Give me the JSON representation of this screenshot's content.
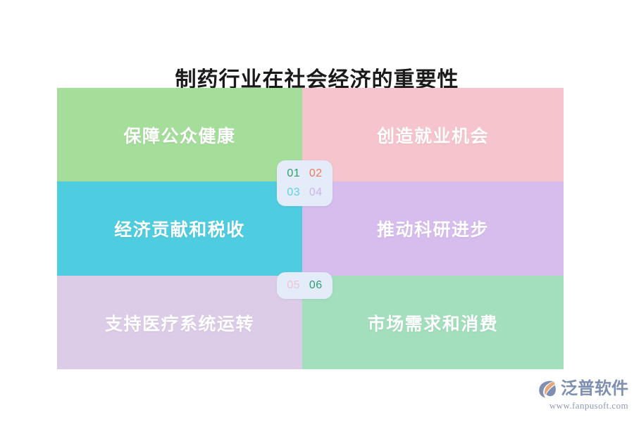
{
  "page": {
    "title": "制药行业在社会经济的重要性",
    "background_color": "#ffffff"
  },
  "grid": {
    "cells": [
      {
        "label": "保障公众健康",
        "bg": "#a5dd9b",
        "text_color": "#ffffff"
      },
      {
        "label": "创造就业机会",
        "bg": "#f6c4cc",
        "text_color": "#ffffff"
      },
      {
        "label": "经济贡献和税收",
        "bg": "#4ecde0",
        "text_color": "#ffffff"
      },
      {
        "label": "推动科研进步",
        "bg": "#d6bdee",
        "text_color": "#ffffff"
      },
      {
        "label": "支持医疗系统运转",
        "bg": "#ddcce8",
        "text_color": "#ffffff"
      },
      {
        "label": "市场需求和消费",
        "bg": "#a3dfbd",
        "text_color": "#ffffff"
      }
    ]
  },
  "badges": {
    "top": {
      "background": "#e3ecf8",
      "numbers": [
        {
          "text": "01",
          "color": "#2f9e6e"
        },
        {
          "text": "02",
          "color": "#f4795b"
        },
        {
          "text": "03",
          "color": "#5bd3e6"
        },
        {
          "text": "04",
          "color": "#cdb4e8"
        }
      ]
    },
    "bottom": {
      "background": "#e3ecf8",
      "numbers": [
        {
          "text": "05",
          "color": "#edc3d6"
        },
        {
          "text": "06",
          "color": "#2f9e6e"
        }
      ]
    }
  },
  "logo": {
    "icon_name": "fanpusoft-logo-icon",
    "name": "泛普软件",
    "url": "www.fanpusoft.com",
    "name_color": "#7e8fb2",
    "mark_color": "#7e8fb2",
    "accent_color": "#e8a777"
  }
}
